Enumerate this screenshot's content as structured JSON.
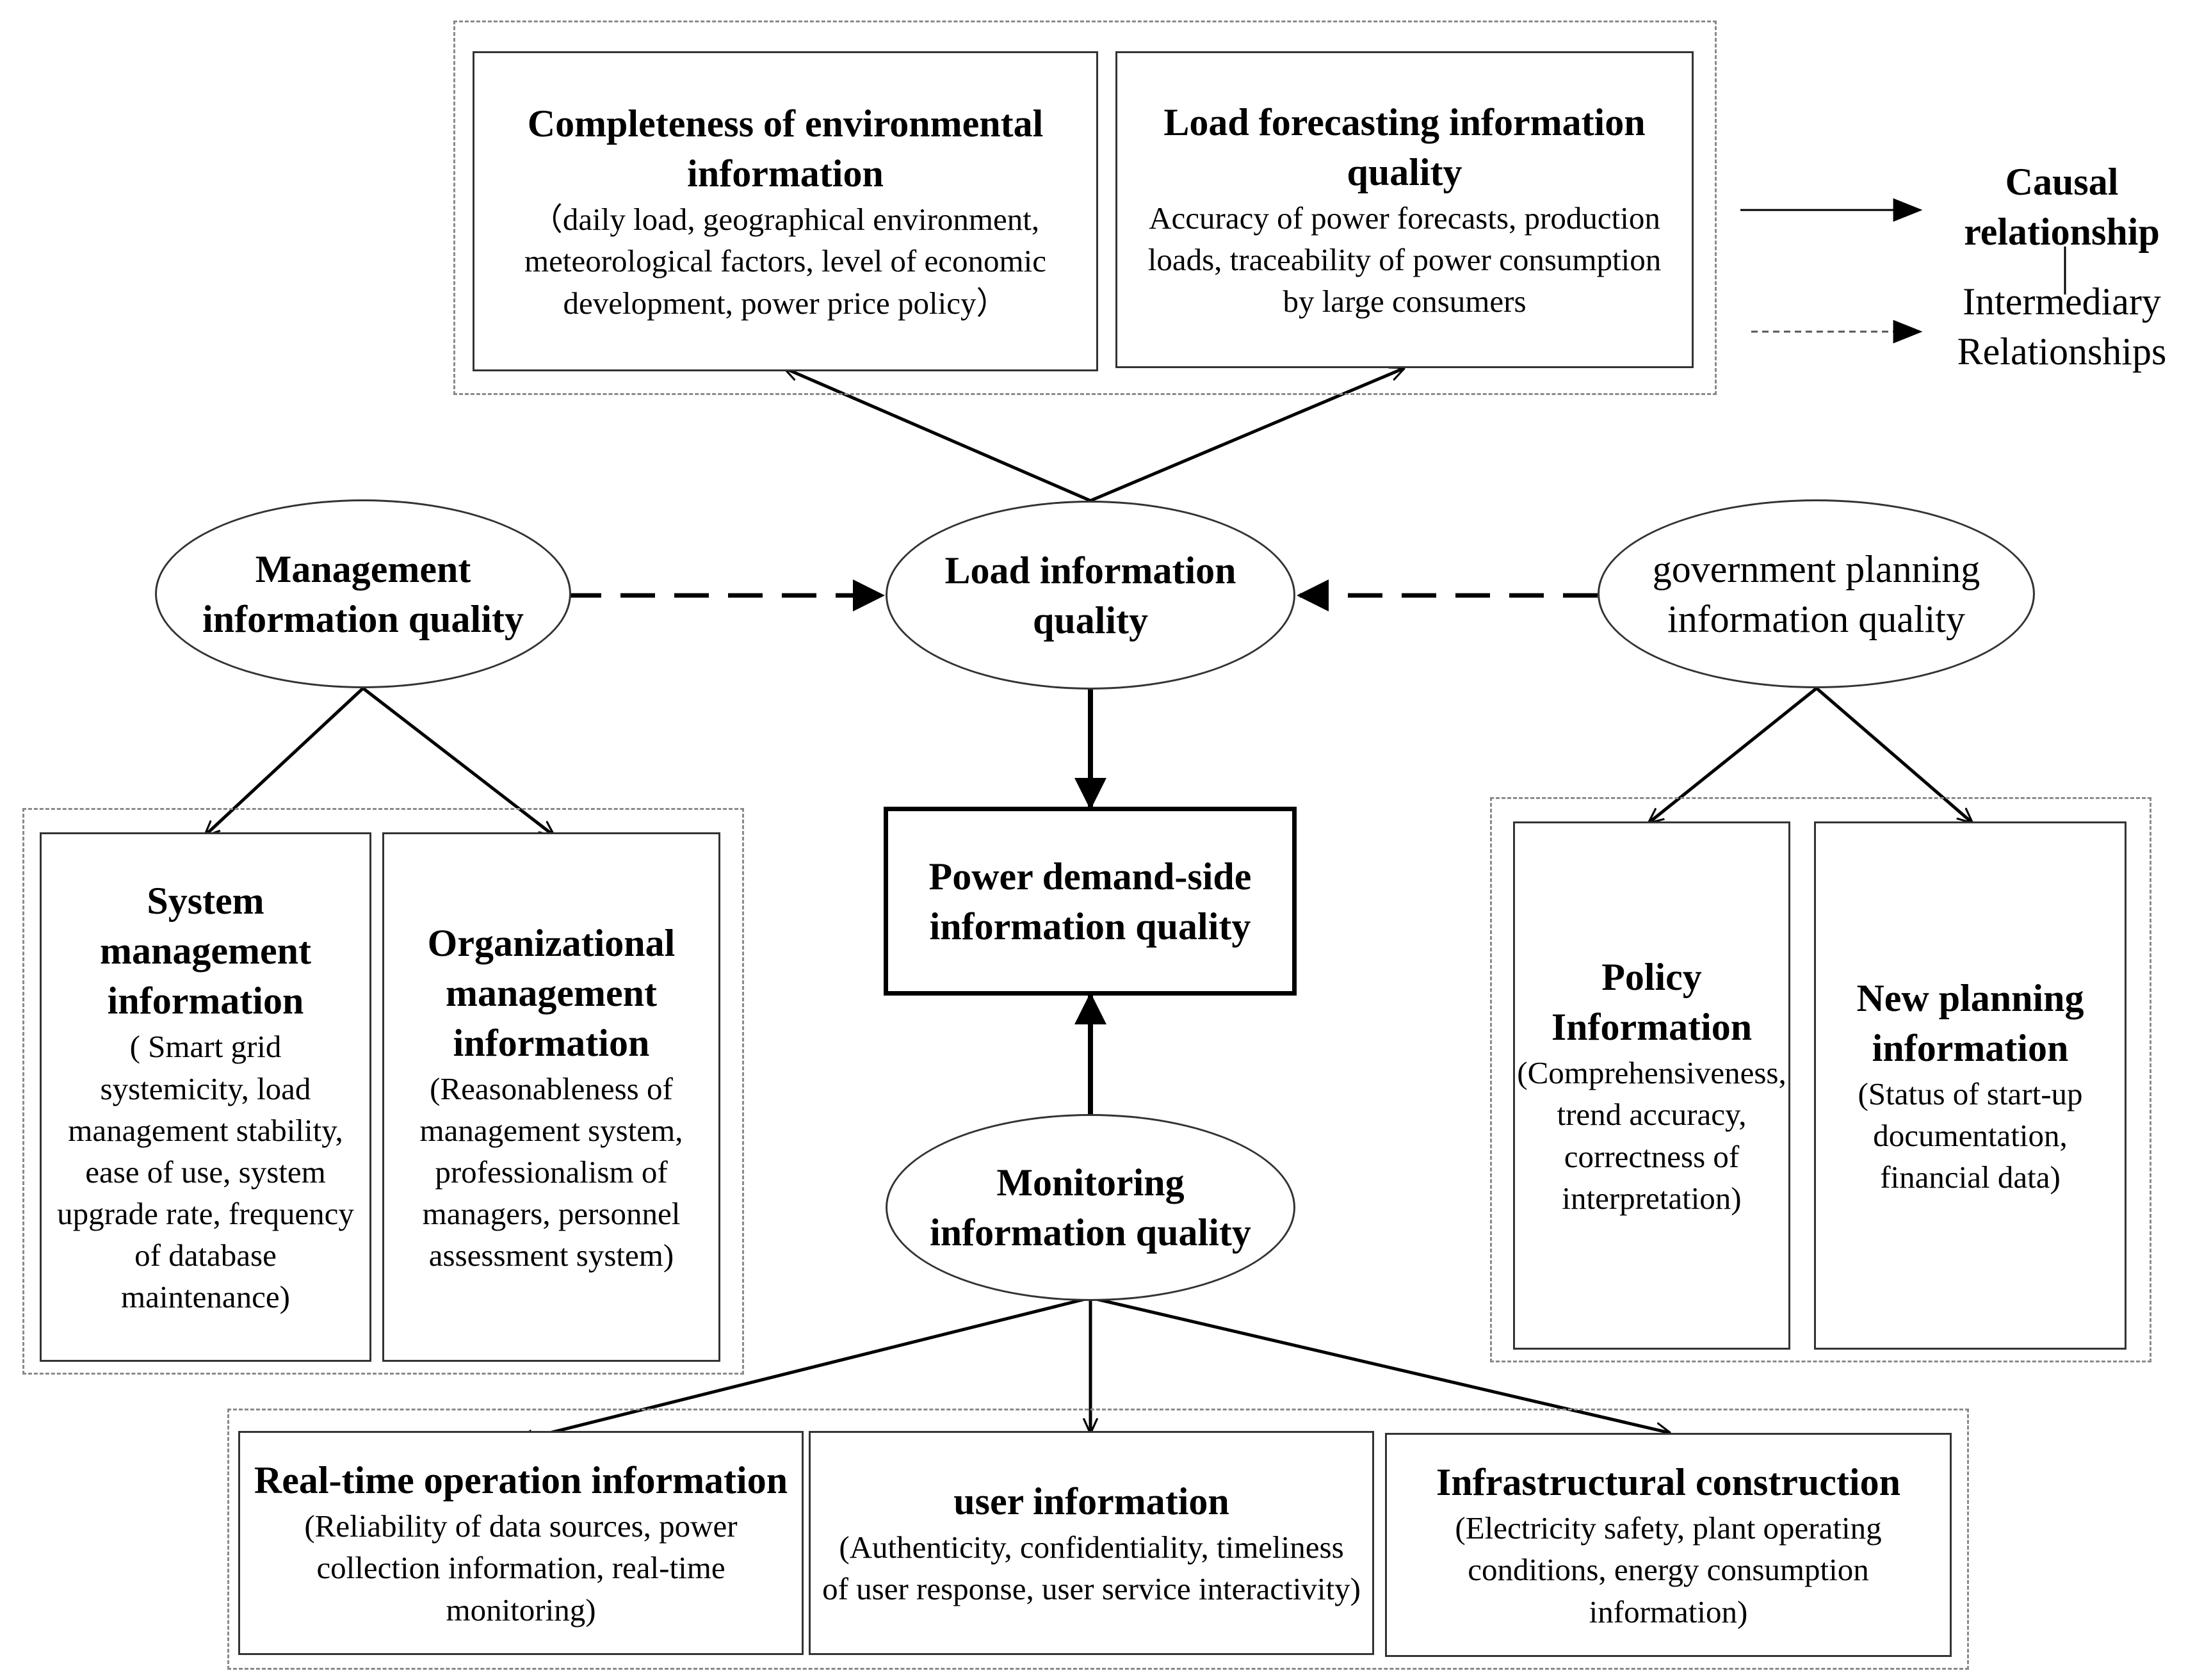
{
  "nodes": {
    "env": {
      "title": "Completeness of environmental information",
      "desc": "（daily load, geographical environment, meteorological factors, level of economic development, power price policy）"
    },
    "forecast": {
      "title": "Load forecasting information quality",
      "desc": "Accuracy of power forecasts, production loads, traceability of power consumption by large consumers"
    },
    "management": {
      "title": "Management information quality"
    },
    "load": {
      "title": "Load information quality"
    },
    "government": {
      "title": "government planning information quality"
    },
    "system_mgmt": {
      "title": "System management information",
      "desc": "( Smart grid systemicity, load management stability, ease of use, system upgrade rate, frequency of database maintenance)"
    },
    "org_mgmt": {
      "title": "Organizational management information",
      "desc": "(Reasonableness of management system, professionalism of managers, personnel assessment system)"
    },
    "demand": {
      "title": "Power demand-side information quality"
    },
    "policy": {
      "title": "Policy Information",
      "desc": "(Comprehensiveness, trend accuracy, correctness of interpretation)"
    },
    "planning": {
      "title": "New planning information",
      "desc": "(Status of start-up documentation, financial data)"
    },
    "monitoring": {
      "title": "Monitoring information quality"
    },
    "realtime": {
      "title": "Real-time operation information",
      "desc": "(Reliability of data sources, power collection information, real-time monitoring)"
    },
    "user": {
      "title": "user information",
      "desc": "(Authenticity, confidentiality, timeliness of user response, user service interactivity)"
    },
    "infra": {
      "title": "Infrastructural construction",
      "desc": "(Electricity safety, plant operating conditions, energy consumption information)"
    }
  },
  "legend": {
    "causal": "Causal relationship",
    "intermediary": "Intermediary Relationships"
  }
}
